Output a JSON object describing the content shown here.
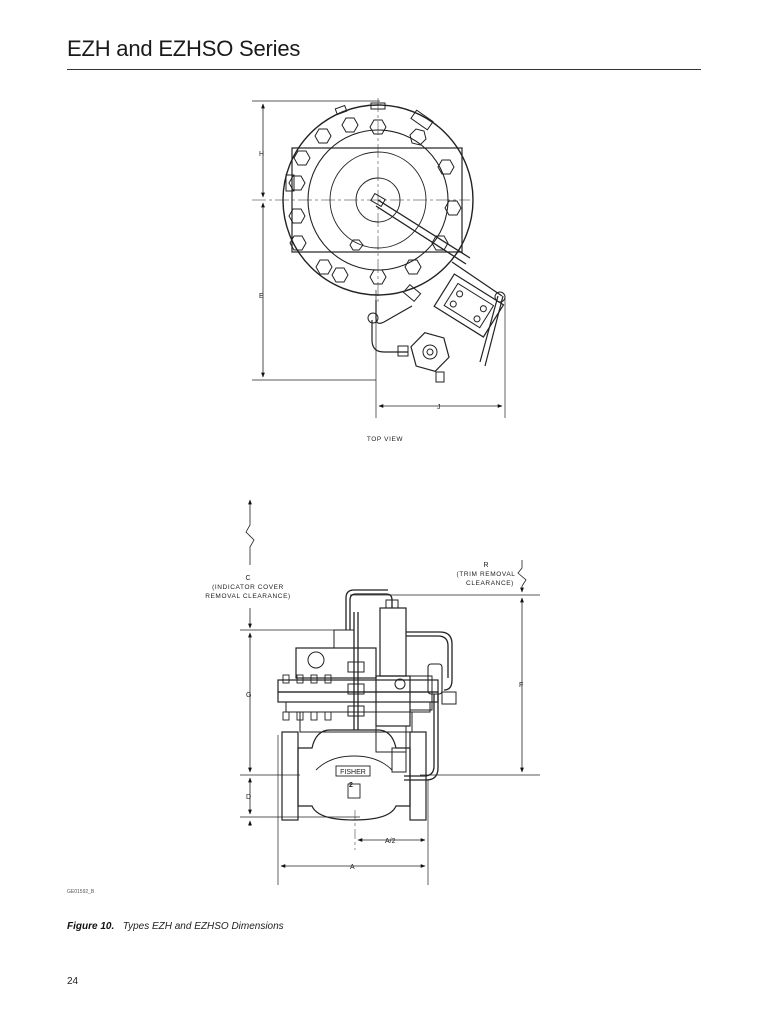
{
  "header": {
    "title": "EZH and EZHSO Series"
  },
  "top_view": {
    "caption": "TOP VIEW",
    "dims": {
      "h": "H",
      "e": "E",
      "j": "J"
    }
  },
  "side_view": {
    "dims": {
      "c": "C",
      "c_note_1": "(INDICATOR COVER",
      "c_note_2": "REMOVAL CLEARANCE)",
      "r": "R",
      "r_note_1": "(TRIM REMOVAL",
      "r_note_2": "CLEARANCE)",
      "g": "G",
      "d": "D",
      "f": "F",
      "a_half": "A/2",
      "a": "A"
    },
    "drawing_code": "GE01592_B",
    "nameplate": "FISHER",
    "valve_mark": "2"
  },
  "figure": {
    "label": "Figure 10.",
    "caption": "Types EZH and EZHSO Dimensions"
  },
  "footer": {
    "page_number": "24"
  },
  "colors": {
    "ink": "#1a1a1a",
    "rule": "#333333"
  }
}
